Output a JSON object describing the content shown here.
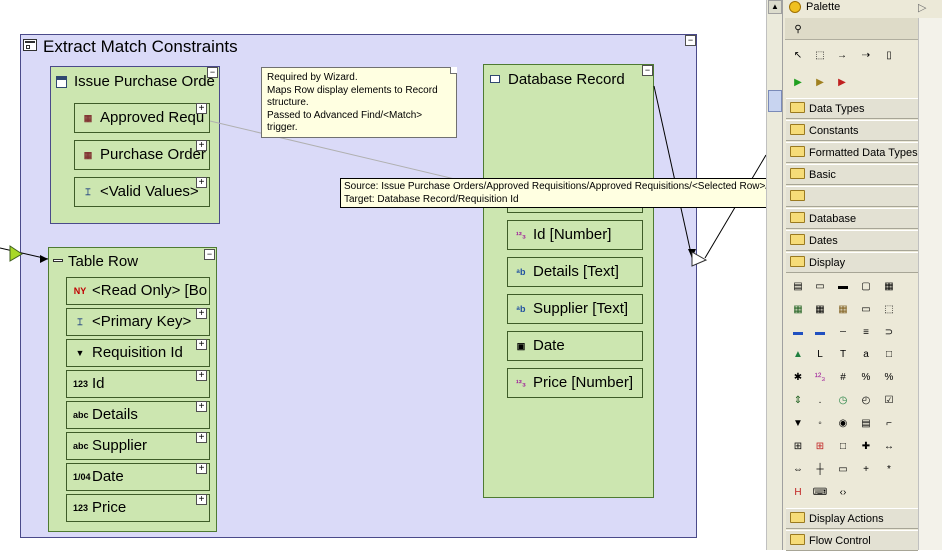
{
  "diagram": {
    "panel_title": "Extract Match Constraints",
    "issue_box": {
      "title": "Issue Purchase Orde",
      "rows": [
        "Approved Requ",
        "Purchase Order",
        "<Valid Values>"
      ]
    },
    "table_row_box": {
      "title": "Table Row",
      "rows": [
        "<Read Only> [Bo",
        "<Primary Key>",
        "Requisition Id",
        "Id",
        "Details",
        "Supplier",
        "Date",
        "Price"
      ]
    },
    "db_box": {
      "title": "Database Record",
      "rows": [
        "Id [Number]",
        "Details [Text]",
        "Supplier [Text]",
        "Date",
        "Price [Number]"
      ]
    },
    "note_lines": [
      "Required by Wizard.",
      "Maps Row display elements to Record",
      "structure.",
      "Passed to Advanced Find/<Match>",
      "trigger."
    ],
    "tooltip_lines": [
      "Source: Issue Purchase Orders/Approved Requisitions/Approved Requisitions/<Selected Row>/<Primary Key>/ID",
      "Target: Database Record/Requisition Id"
    ],
    "collapse_glyph": "−",
    "plus_glyph": "+"
  },
  "icons": {
    "panel": "window-icon",
    "issue_box": "calendar-icon",
    "db_box": "database-icon",
    "table_row": "row-icon"
  },
  "palette": {
    "title": "Palette",
    "drawers_top": [
      "Data Types",
      "Constants",
      "Formatted Data Types",
      "Basic"
    ],
    "drawers_mid": [
      "Database",
      "Dates",
      "Display"
    ],
    "drawers_bottom": [
      "Display Actions",
      "Flow Control"
    ]
  },
  "colors": {
    "panel_bg": "#dadaf8",
    "box_bg": "#cce6b0",
    "tooltip_bg": "#ffffe1"
  }
}
